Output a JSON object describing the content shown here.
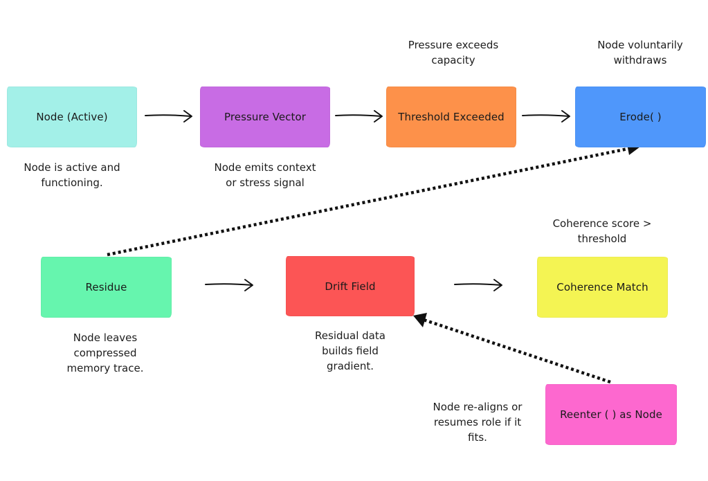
{
  "nodes": {
    "node_active": {
      "label": "Node (Active)",
      "color": "#a3f0e8"
    },
    "pressure_vector": {
      "label": "Pressure Vector",
      "color": "#c86ce4"
    },
    "threshold_exceeded": {
      "label": "Threshold Exceeded",
      "color": "#fd914a"
    },
    "erode": {
      "label": "Erode( )",
      "color": "#4f97fb"
    },
    "residue": {
      "label": "Residue",
      "color": "#66f5ae"
    },
    "drift_field": {
      "label": "Drift Field",
      "color": "#fc5555"
    },
    "coherence_match": {
      "label": "Coherence Match",
      "color": "#f4f453"
    },
    "reenter_as_node": {
      "label": "Reenter ( ) as Node",
      "color": "#fd68cf"
    }
  },
  "notes": {
    "node_active": [
      "Node is active and",
      "functioning."
    ],
    "pressure_vector": [
      "Node emits context",
      "or stress signal"
    ],
    "threshold_exceeded": [
      "Pressure exceeds",
      "capacity"
    ],
    "erode": [
      "Node voluntarily",
      "withdraws"
    ],
    "residue": [
      "Node leaves",
      "compressed",
      "memory trace."
    ],
    "drift_field": [
      "Residual data",
      "builds field",
      "gradient."
    ],
    "coherence_match": [
      "Coherence score >",
      "threshold"
    ],
    "reenter_as_node": [
      "Node re-aligns or",
      "resumes role if it",
      "fits."
    ]
  }
}
